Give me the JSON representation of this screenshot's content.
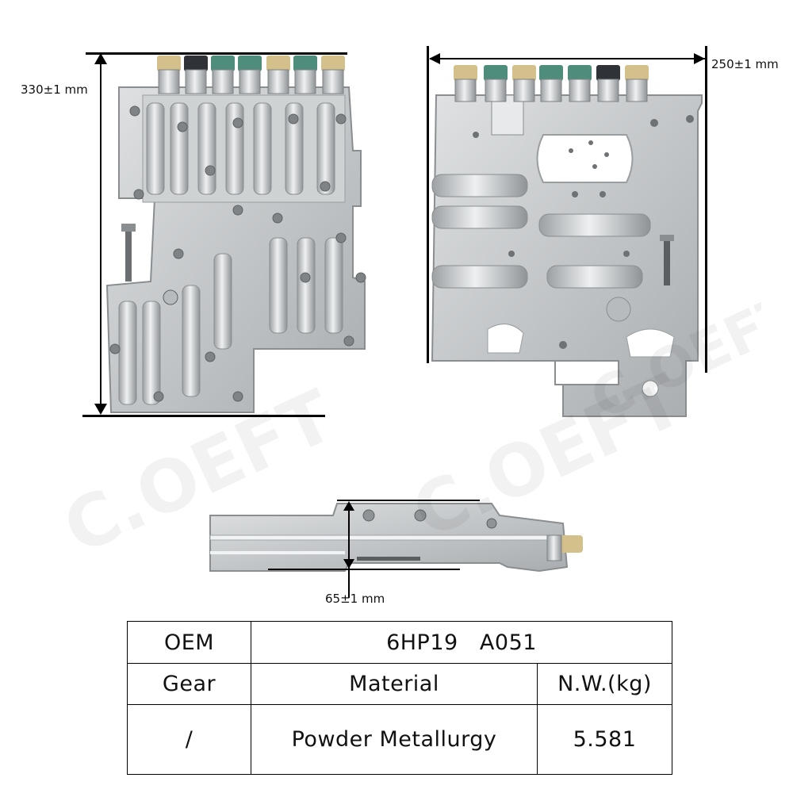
{
  "dimensions": {
    "height_label": "330±1 mm",
    "width_label": "250±1 mm",
    "thickness_label": "65±1 mm"
  },
  "watermark": "C.OEFT",
  "spec_table": {
    "oem_label": "OEM",
    "oem_value": "6HP19   A051",
    "gear_label": "Gear",
    "material_label": "Material",
    "weight_label": "N.W.(kg)",
    "gear_value": "/",
    "material_value": "Powder Metallurgy",
    "weight_value": "5.581"
  },
  "colors": {
    "aluminum": "#c9cccd",
    "aluminum_dark": "#9fa3a6",
    "solenoid_tan": "#d4c08a",
    "solenoid_green": "#4e8d7c",
    "solenoid_black": "#2f3236",
    "solenoid_silver": "#b3b1a8"
  }
}
